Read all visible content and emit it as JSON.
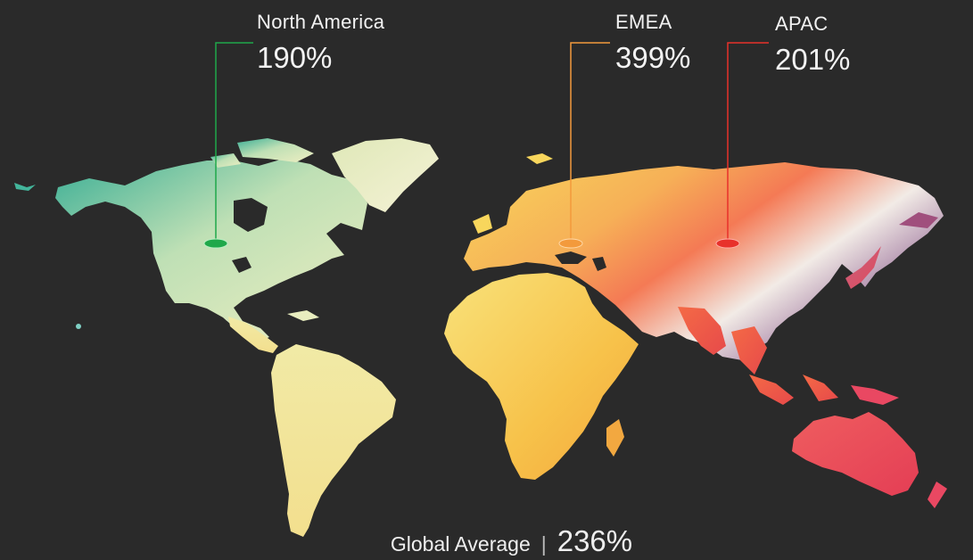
{
  "regions": {
    "north_america": {
      "name": "North America",
      "value": "190%",
      "color": "#1fa84a"
    },
    "emea": {
      "name": "EMEA",
      "value": "399%",
      "color": "#f39a3c"
    },
    "apac": {
      "name": "APAC",
      "value": "201%",
      "color": "#e8312b"
    }
  },
  "global_average": {
    "label": "Global Average",
    "separator": "|",
    "value": "236%"
  },
  "colors": {
    "background": "#2a2a2a",
    "americas_light": "#e6eab2",
    "americas_teal": "#43b59b",
    "africa_europe": "#f7cf55",
    "asia_orange": "#f48a4a",
    "asia_red": "#ef4d53",
    "asia_purple": "#8b5b8e",
    "australia": "#ea4e62"
  }
}
